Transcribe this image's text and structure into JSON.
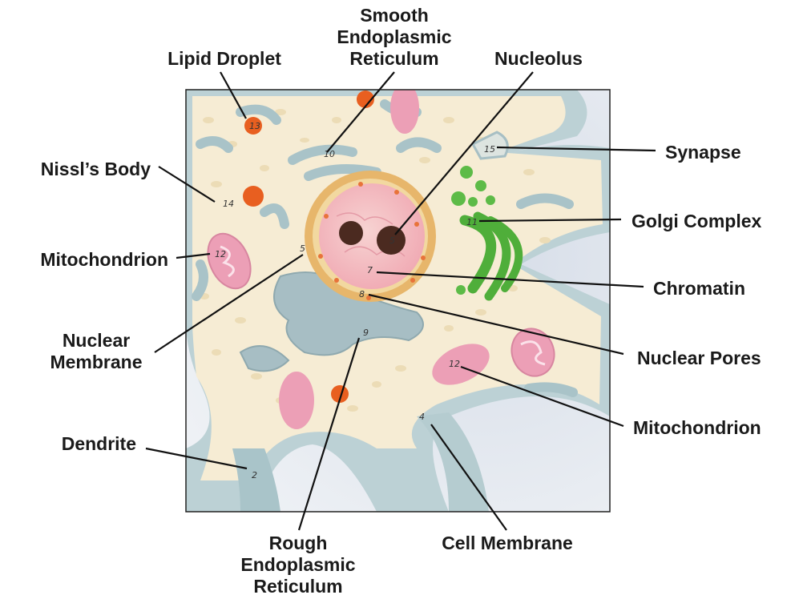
{
  "labels": {
    "smooth_er": [
      "Smooth",
      "Endoplasmic",
      "Reticulum"
    ],
    "lipid_droplet": "Lipid Droplet",
    "nucleolus": "Nucleolus",
    "nissls_body": "Nissl’s Body",
    "synapse": "Synapse",
    "golgi_complex": "Golgi Complex",
    "mitochondrion_left": "Mitochondrion",
    "chromatin": "Chromatin",
    "nuclear_membrane": [
      "Nuclear",
      "Membrane"
    ],
    "nuclear_pores": "Nuclear Pores",
    "mitochondrion_right": "Mitochondrion",
    "dendrite": "Dendrite",
    "rough_er": [
      "Rough",
      "Endoplasmic",
      "Reticulum"
    ],
    "cell_membrane": "Cell Membrane"
  },
  "model_numbers": {
    "n2": "2",
    "n4": "4",
    "n5": "5",
    "n7": "7",
    "n8": "8",
    "n9": "9",
    "n10": "10",
    "n11": "11",
    "n12a": "12",
    "n12b": "12",
    "n13": "13",
    "n14": "14",
    "n15": "15"
  },
  "colors": {
    "cytoplasm": "#f6ecd4",
    "membrane": "#b9cfd3",
    "mitochondrion": "#ec9fb6",
    "golgi": "#4fae3a",
    "lipid": "#e85f20",
    "nucleus_ring": "#e7b66b",
    "nucleus": "#f4c2c6",
    "nucleolus": "#4b2a20"
  }
}
